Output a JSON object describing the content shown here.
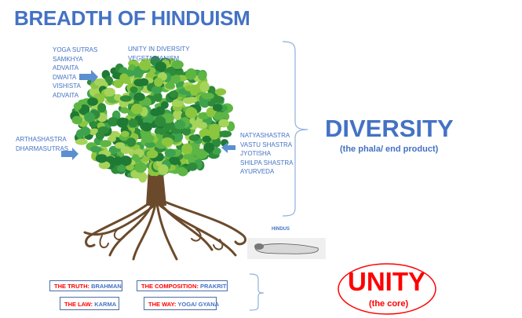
{
  "title": "BREADTH OF HINDUISM",
  "philosophies": [
    "YOGA SUTRAS",
    "SAMKHYA",
    "ADVAITA",
    "DWAITA",
    "VISHISTA",
    "ADVAITA"
  ],
  "top_concepts": [
    "UNITY IN DIVERSITY",
    "VEGETARIANISM"
  ],
  "left_texts": [
    "ARTHASHASTRA",
    "DHARMASUTRAS"
  ],
  "right_texts": [
    "NATYASHASTRA",
    "VASTU SHASTRA",
    "JYOTISHA",
    "SHILPA SHASTRA",
    "AYURVEDA"
  ],
  "diversity": {
    "label": "DIVERSITY",
    "subtitle": "(the phala/ end product)"
  },
  "hindus_label": "HINDUS",
  "core_boxes": [
    {
      "key": "THE TRUTH:",
      "value": "BRAHMAN"
    },
    {
      "key": "THE COMPOSITION:",
      "value": "PRAKRITI"
    },
    {
      "key": "THE LAW:",
      "value": "KARMA"
    },
    {
      "key": "THE WAY:",
      "value": "YOGA/ GYANA"
    }
  ],
  "unity": {
    "label": "UNITY",
    "subtitle": "(the core)"
  },
  "colors": {
    "blue": "#4472C4",
    "red": "#FF0000",
    "arrow": "#5B8FD0",
    "leaf_dark": "#2E8B3A",
    "leaf_light": "#8CC63F",
    "trunk": "#6B4A2B"
  }
}
